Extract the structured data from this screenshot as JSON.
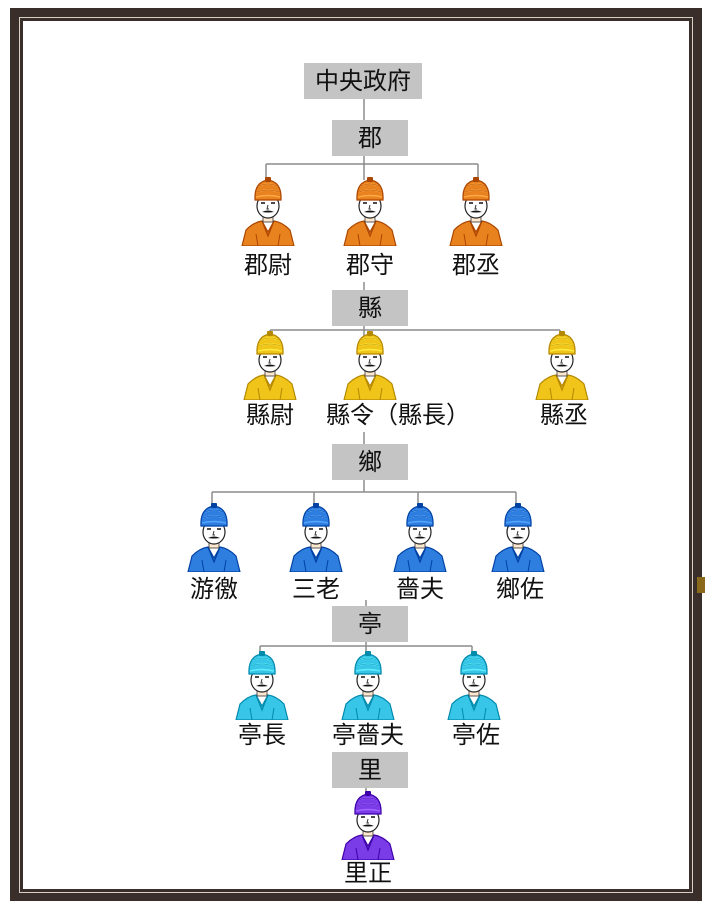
{
  "colors": {
    "orange": "#e8821e",
    "yellow": "#f0c419",
    "blue": "#2e7ee0",
    "cyan": "#38c6e8",
    "purple": "#7a3ce6",
    "box": "#c4c4c4",
    "frame": "#3a2e2a"
  },
  "levels": {
    "central": "中央政府",
    "jun": "郡",
    "xian": "縣",
    "xiang": "鄉",
    "ting": "亭",
    "li": "里"
  },
  "officials": {
    "jun": [
      {
        "label": "郡尉",
        "color": "orange",
        "icon": "official-orange-icon"
      },
      {
        "label": "郡守",
        "color": "orange",
        "icon": "official-orange-icon"
      },
      {
        "label": "郡丞",
        "color": "orange",
        "icon": "official-orange-icon"
      }
    ],
    "xian": [
      {
        "label": "縣尉",
        "color": "yellow",
        "icon": "official-yellow-icon"
      },
      {
        "label": "縣令（縣長）",
        "color": "yellow",
        "icon": "official-yellow-icon"
      },
      {
        "label": "縣丞",
        "color": "yellow",
        "icon": "official-yellow-icon"
      }
    ],
    "xiang": [
      {
        "label": "游徼",
        "color": "blue",
        "icon": "official-blue-icon"
      },
      {
        "label": "三老",
        "color": "blue",
        "icon": "official-blue-icon"
      },
      {
        "label": "嗇夫",
        "color": "blue",
        "icon": "official-blue-icon"
      },
      {
        "label": "鄉佐",
        "color": "blue",
        "icon": "official-blue-icon"
      }
    ],
    "ting": [
      {
        "label": "亭長",
        "color": "cyan",
        "icon": "official-cyan-icon"
      },
      {
        "label": "亭嗇夫",
        "color": "cyan",
        "icon": "official-cyan-icon"
      },
      {
        "label": "亭佐",
        "color": "cyan",
        "icon": "official-cyan-icon"
      }
    ],
    "li": [
      {
        "label": "里正",
        "color": "purple",
        "icon": "official-purple-icon"
      }
    ]
  }
}
